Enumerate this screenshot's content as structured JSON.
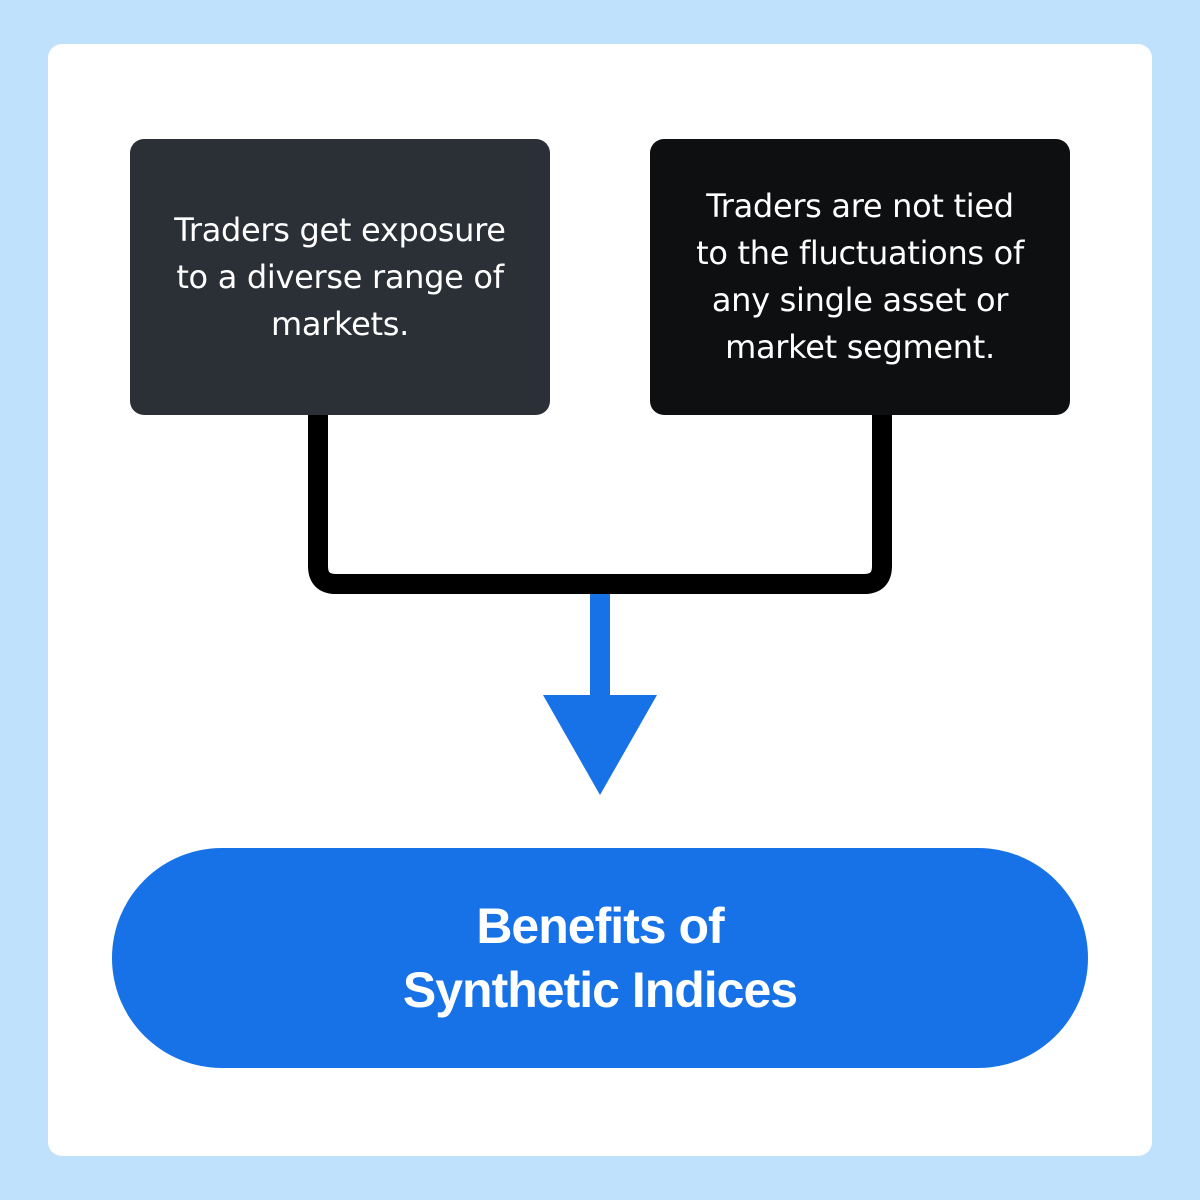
{
  "diagram": {
    "left_box": {
      "lines": [
        "Traders get exposure",
        "to a diverse range of",
        "markets."
      ]
    },
    "right_box": {
      "lines": [
        "Traders are not tied",
        "to the fluctuations of",
        "any single asset or",
        "market segment."
      ]
    },
    "result": {
      "lines": [
        "Benefits of",
        "Synthetic Indices"
      ]
    }
  },
  "colors": {
    "background": "#bfe1fb",
    "card": "#ffffff",
    "left_box": "#2b2f36",
    "right_box": "#0e0f10",
    "connector": "#000000",
    "arrow": "#1672e6",
    "result_pill": "#1672e6"
  }
}
